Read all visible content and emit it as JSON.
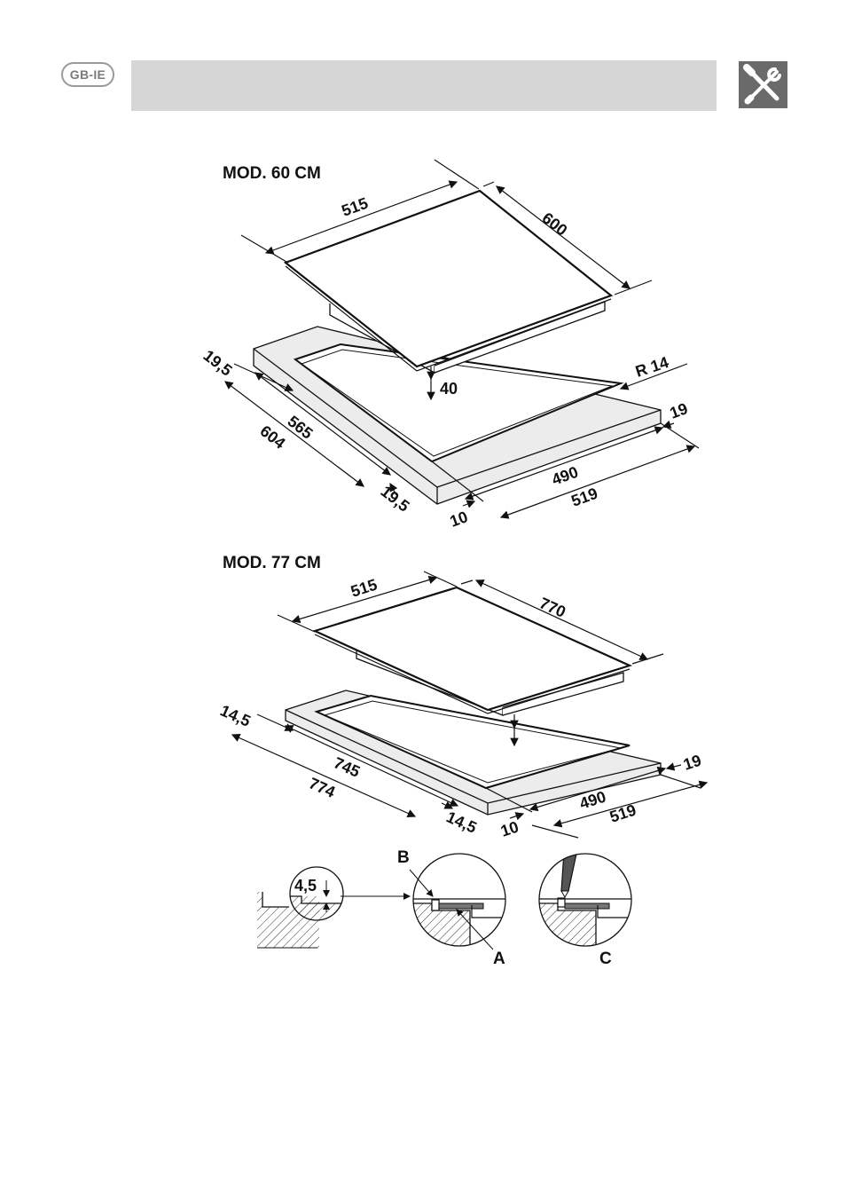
{
  "header": {
    "language_badge": "GB-IE",
    "tools_icon": "wrench-screwdriver-icon"
  },
  "figure_60": {
    "title": "MOD. 60 CM",
    "hob_width": "515",
    "hob_depth": "600",
    "hob_height": "40",
    "corner_radius": "R 14",
    "margin_left_top": "19,5",
    "cutout_length": "565",
    "worktop_length": "604",
    "margin_left_bottom": "19,5",
    "margin_front": "10",
    "cutout_depth": "490",
    "worktop_depth": "519",
    "margin_right": "19"
  },
  "figure_77": {
    "title": "MOD. 77 CM",
    "hob_width": "515",
    "hob_depth": "770",
    "margin_left_top": "14,5",
    "cutout_length": "745",
    "worktop_length": "774",
    "margin_left_bottom": "14,5",
    "margin_front": "10",
    "cutout_depth": "490",
    "worktop_depth": "519",
    "margin_right": "19"
  },
  "details": {
    "step_depth": "4,5",
    "label_b": "B",
    "label_a": "A",
    "label_c": "C"
  },
  "colors": {
    "header_bar": "#d6d6d6",
    "tools_box": "#6a6a6a",
    "badge_border": "#9a9a9a"
  }
}
